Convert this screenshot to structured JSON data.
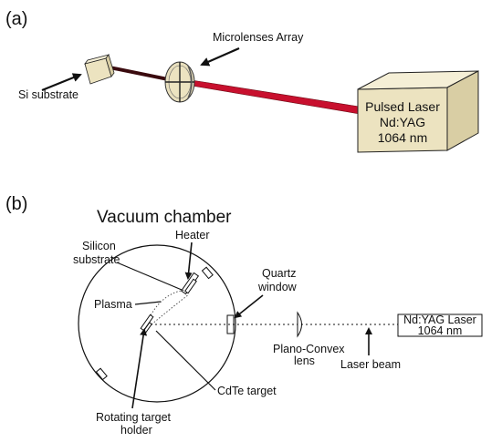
{
  "panel_a": {
    "label": "(a)",
    "microlenses_label": "Microlenses Array",
    "substrate_label": "Si substrate",
    "laser_box": {
      "line1": "Pulsed Laser",
      "line2": "Nd:YAG",
      "line3": "1064 nm"
    }
  },
  "panel_b": {
    "label": "(b)",
    "title": "Vacuum chamber",
    "heater_label": "Heater",
    "silicon_label_1": "Silicon",
    "silicon_label_2": "substrate",
    "plasma_label": "Plasma",
    "quartz_label_1": "Quartz",
    "quartz_label_2": "window",
    "laser_box_1": "Nd:YAG Laser",
    "laser_box_2": "1064 nm",
    "lens_label_1": "Plano-Convex",
    "lens_label_2": "lens",
    "beam_label": "Laser beam",
    "cdte_label": "CdTe target",
    "rotating_label_1": "Rotating target",
    "rotating_label_2": "holder"
  },
  "colors": {
    "box_face": "#ece3c0",
    "box_side": "#d9cea4",
    "box_top": "#f5efd6",
    "laser_beam": "#c8102e",
    "beam_edge": "#6e0a14"
  }
}
